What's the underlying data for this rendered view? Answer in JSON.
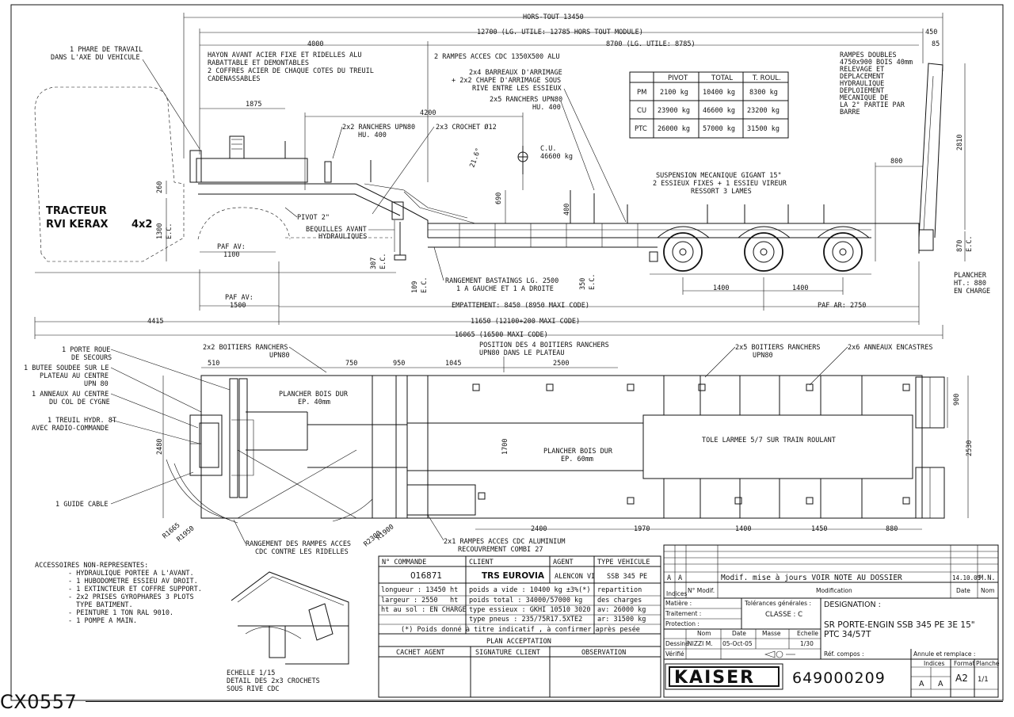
{
  "dimensions": {
    "hors_tout": "HORS-TOUT 13450",
    "lg_utile_1": "12700 (LG. UTILE: 12785 HORS TOUT MODULE)",
    "d450": "450",
    "d4000": "4000",
    "lg_utile_2": "8700 (LG. UTILE: 8785)",
    "d85": "85",
    "d1875": "1875",
    "d4200": "4200",
    "d260": "260",
    "d1300": "1300",
    "ec": "E.C.",
    "paf_av_1": "PAF AV:",
    "d1100": "1100",
    "paf_av_2": "PAF AV:",
    "d1500": "1500",
    "d4415": "4415",
    "d307": "307",
    "d109": "109",
    "d350": "350",
    "d690": "690",
    "d400": "400",
    "angle": "21.6°",
    "d1400a": "1400",
    "d1400b": "1400",
    "d800": "800",
    "d2810": "2810",
    "d870": "870",
    "empattement": "EMPATTEMENT: 8450 (8950 MAXI CODE)",
    "paf_ar": "PAF AR: 2750",
    "d11650": "11650 (12100+200 MAXI CODE)",
    "d16065": "16065 (16500 MAXI CODE)",
    "d510": "510",
    "d750": "750",
    "d950": "950",
    "d1045": "1045",
    "d2500": "2500",
    "d900": "900",
    "d2530": "2530",
    "d2480": "2480",
    "d1700": "1700",
    "d2400": "2400",
    "d1970": "1970",
    "d1400c": "1400",
    "d1450": "1450",
    "d880": "880",
    "r1665": "R1665",
    "r1950": "R1950",
    "r1900": "R1900",
    "r2300": "R2300"
  },
  "labels": {
    "phare_1": "1 PHARE DE TRAVAIL",
    "phare_2": "DANS L'AXE DU VEHICULE",
    "hayon_1": "HAYON AVANT ACIER FIXE ET RIDELLES ALU",
    "hayon_2": "RABATTABLE ET DEMONTABLES",
    "hayon_3": "2 COFFRES ACIER DE CHAQUE COTES DU TREUIL",
    "hayon_4": "CADENASSABLES",
    "rampes_cdc": "2 RAMPES ACCES CDC 1350X500 ALU",
    "barreaux_1": "2x4 BARREAUX D'ARRIMAGE",
    "barreaux_2": "+ 2x2 CHAPE D'ARRIMAGE SOUS",
    "barreaux_3": "RIVE ENTRE LES ESSIEUX",
    "ranchers5_1": "2x5 RANCHERS UPN80",
    "ranchers5_2": "HU. 400",
    "ranchers2_1": "2x2 RANCHERS UPN80",
    "ranchers2_2": "HU. 400",
    "crochet": "2x3 CROCHET Ø12",
    "cu_1": "C.U.",
    "cu_2": "46600 kg",
    "rampes_doubles_1": "RAMPES DOUBLES",
    "rampes_doubles_2": "4750x900 BOIS 40mm",
    "rampes_doubles_3": "RELEVAGE ET",
    "rampes_doubles_4": "DEPLACEMENT",
    "rampes_doubles_5": "HYDRAULIQUE",
    "rampes_doubles_6": "DEPLOIEMENT",
    "rampes_doubles_7": "MECANIQUE DE",
    "rampes_doubles_8": "LA 2° PARTIE PAR",
    "rampes_doubles_9": "BARRE",
    "suspension_1": "SUSPENSION MECANIQUE GIGANT 15\"",
    "suspension_2": "2 ESSIEUX FIXES + 1 ESSIEU VIREUR",
    "suspension_3": "RESSORT 3 LAMES",
    "tracteur_1": "TRACTEUR",
    "tracteur_2": "RVI KERAX",
    "tracteur_3": "4x2",
    "pivot": "PIVOT 2\"",
    "bequilles_1": "BEQUILLES AVANT",
    "bequilles_2": "HYDRAULIQUES",
    "rangement_1": "RANGEMENT BASTAINGS LG. 2500",
    "rangement_2": "1 A GAUCHE ET 1 A DROITE",
    "plancher_ht_1": "PLANCHER",
    "plancher_ht_2": "HT.: 880",
    "plancher_ht_3": "EN CHARGE",
    "porte_roue_1": "1 PORTE ROUE",
    "porte_roue_2": "DE SECOURS",
    "butee_1": "1 BUTEE SOUDEE SUR LE",
    "butee_2": "PLATEAU AU CENTRE",
    "butee_3": "UPN 80",
    "anneaux_1": "1 ANNEAUX AU CENTRE",
    "anneaux_2": "DU COL DE CYGNE",
    "treuil_1": "1 TREUIL HYDR. 8T",
    "treuil_2": "AVEC RADIO-COMMANDE",
    "guide_cable": "1 GUIDE CABLE",
    "boitiers2_1": "2x2 BOITIERS RANCHERS",
    "boitiers2_2": "UPN80",
    "position_1": "POSITION DES 4 BOITIERS RANCHERS",
    "position_2": "UPN80 DANS LE PLATEAU",
    "boitiers5_1": "2x5 BOITIERS RANCHERS",
    "boitiers5_2": "UPN80",
    "anneaux_encastres": "2x6 ANNEAUX ENCASTRES",
    "plancher_bois_1": "PLANCHER BOIS DUR",
    "plancher_bois_2": "EP. 40mm",
    "plancher_bois_3": "PLANCHER BOIS DUR",
    "plancher_bois_4": "EP. 60mm",
    "tole": "TOLE LARMEE 5/7 SUR TRAIN ROULANT",
    "rangement_rampes_1": "RANGEMENT DES RAMPES ACCES",
    "rangement_rampes_2": "CDC CONTRE LES RIDELLES",
    "rampes_alu_1": "2x1 RAMPES ACCES CDC ALUMINIUM",
    "rampes_alu_2": "RECOUVREMENT COMBI 27",
    "accessoires_title": "ACCESSOIRES NON-REPRESENTES:",
    "accessoires_1": "- HYDRAULIQUE PORTEE A L'AVANT.",
    "accessoires_2": "- 1 HUBODOMETRE ESSIEU AV DROIT.",
    "accessoires_3": "- 1 EXTINCTEUR ET COFFRE SUPPORT.",
    "accessoires_4": "- 2x2 PRISES GYROPHARES 3 PLOTS",
    "accessoires_5": "TYPE BATIMENT.",
    "accessoires_6": "- PEINTURE 1 TON RAL 9010.",
    "accessoires_7": "- 1 POMPE A MAIN.",
    "echelle_1": "ECHELLE 1/15",
    "echelle_2": "DETAIL DES 2x3 CROCHETS",
    "echelle_3": "SOUS RIVE CDC"
  },
  "weights_table": {
    "headers": [
      "",
      "PIVOT",
      "TOTAL",
      "T. ROUL."
    ],
    "rows": [
      [
        "PM",
        "2100 kg",
        "10400 kg",
        "8300 kg"
      ],
      [
        "CU",
        "23900 kg",
        "46600 kg",
        "23200 kg"
      ],
      [
        "PTC",
        "26000 kg",
        "57000 kg",
        "31500 kg"
      ]
    ]
  },
  "order_block": {
    "headers": [
      "N° COMMANDE",
      "CLIENT",
      "AGENT",
      "TYPE VEHICULE"
    ],
    "values": [
      "016871",
      "TRS EUROVIA",
      "ALENCON VI",
      "SSB 345 PE"
    ],
    "spec_rows": [
      [
        "longueur : 13450",
        "ht",
        "poids a vide : 10400 kg ±3%(*)",
        "repartition"
      ],
      [
        "largeur : 2550",
        "ht",
        "poids total : 34000/57000 kg",
        "des charges"
      ],
      [
        "ht au sol : EN CHARGE",
        "",
        "type essieux : GKHI 10510 3020",
        "av: 26000 kg"
      ],
      [
        "",
        "",
        "type pneus : 235/75R17.5XTE2",
        "ar: 31500 kg"
      ]
    ],
    "note": "(*) Poids donné à titre indicatif , à confirmer après pesée",
    "plan_acceptation": "PLAN ACCEPTATION",
    "plan_cols": [
      "CACHET AGENT",
      "SIGNATURE CLIENT",
      "OBSERVATION"
    ]
  },
  "title_block": {
    "rev_a": "A",
    "rev_a2": "A",
    "rev_text": "Modif. mise à jours VOIR NOTE AU DOSSIER",
    "rev_date": "14.10.05",
    "rev_by": "M.N.",
    "indices": "Indices",
    "n_modif": "N° Modif.",
    "modification": "Modification",
    "date": "Date",
    "nom": "Nom",
    "matiere": "Matière :",
    "traitement": "Traitement :",
    "protection": "Protection :",
    "tolerances": "Tolérances générales :",
    "classe": "CLASSE : C",
    "designation_label": "DESIGNATION :",
    "designation_1": "SR PORTE-ENGIN SSB 345 PE 3E 15\"",
    "designation_2": "PTC 34/57T",
    "col_nom": "Nom",
    "col_date": "Date",
    "col_masse": "Masse",
    "col_echelle": "Echelle",
    "dessine": "Dessiné",
    "dessine_nom": "NIZZI M.",
    "dessine_date": "05-Oct-05",
    "echelle_val": "1/30",
    "verifie": "Vérifié",
    "ref_compos": "Réf. compos :",
    "annule": "Annule et remplace :",
    "brand": "KAISER",
    "drawing_number": "649000209",
    "indices_small": "Indices",
    "format_label": "Format",
    "planche_label": "Planche",
    "idx_a1": "A",
    "idx_a2": "A",
    "format_val": "A2",
    "planche_val": "1/1"
  },
  "corner_tag": "CX0557"
}
